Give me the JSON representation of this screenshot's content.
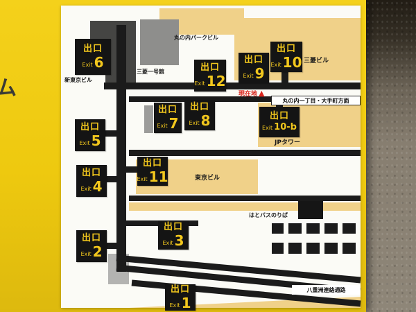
{
  "sign": {
    "partial_left_text": "ム"
  },
  "map": {
    "current_location_label": "現在地",
    "current_location_marker": "▲",
    "direction_label": "丸の内一丁目・大手町方面",
    "buildings": {
      "marunouchi_park": "丸の内パークビル",
      "mitsubishi_ichigokan": "三菱一号館",
      "shin_tokyo": "新東京ビル",
      "mitsubishi": "三菱ビル",
      "jp_tower": "JPタワー",
      "tokyo_bldg": "東京ビル",
      "hato_bus": "はとバスのりば",
      "yaesu_passage": "八重洲連絡通路"
    },
    "exit_box": {
      "jp": "出口",
      "en": "Exit"
    },
    "exit_numbers": {
      "e1": "1",
      "e2": "2",
      "e3": "3",
      "e4": "4",
      "e5": "5",
      "e6": "6",
      "e7": "7",
      "e8": "8",
      "e9": "9",
      "e10": "10",
      "e10b": "10-b",
      "e11": "11",
      "e12": "12"
    }
  },
  "colors": {
    "sign_yellow": "#eec90f",
    "exit_text_yellow": "#f2c71d",
    "current_location_red": "#d9251d",
    "block_tan": "#f0d189",
    "road_black": "#1b1b1b",
    "wall_gray": "#8a8174"
  }
}
